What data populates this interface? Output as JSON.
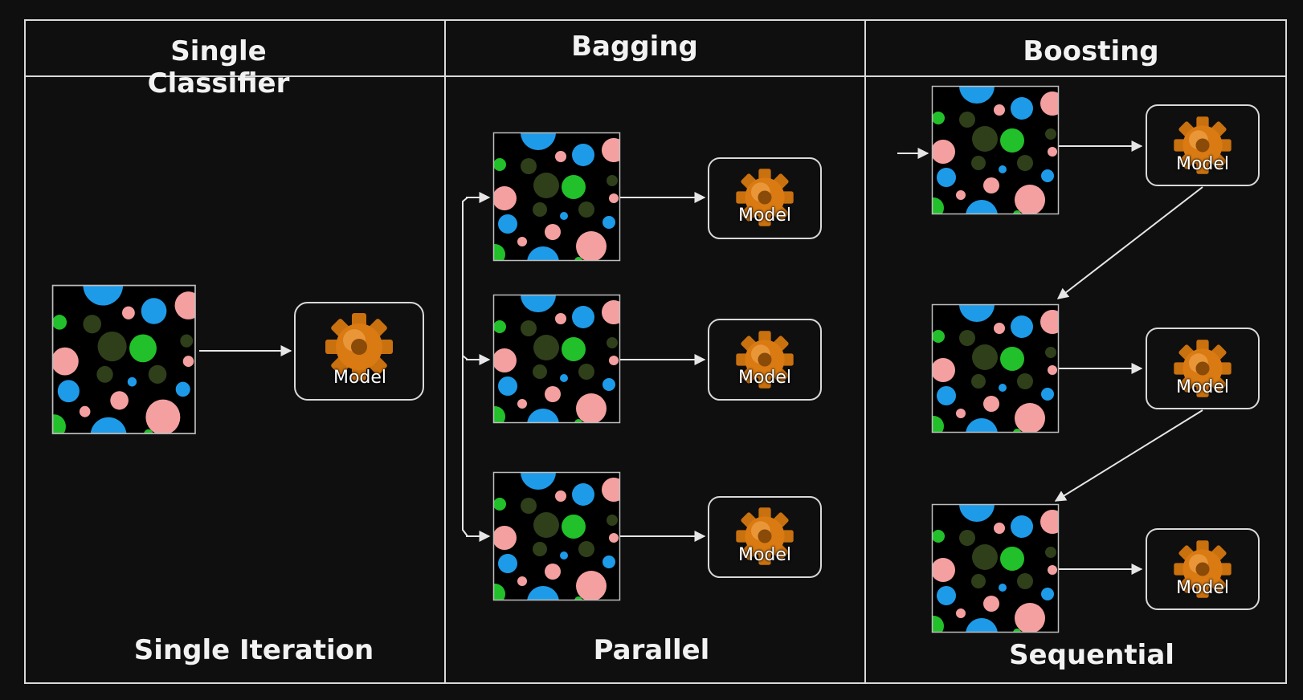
{
  "columns": [
    {
      "title": "Single Classifier",
      "caption": "Single Iteration"
    },
    {
      "title": "Bagging",
      "caption": "Parallel"
    },
    {
      "title": "Boosting",
      "caption": "Sequential"
    }
  ],
  "model_label": "Model",
  "colors": {
    "background": "#0f0f0f",
    "lines": "#e6e6e6",
    "blue": "#1e9be8",
    "pink": "#f5a0a0",
    "green": "#22c02a",
    "dark_green": "#2e3f1a",
    "gear": "#d97a12"
  },
  "icons": [
    "gear-icon",
    "dataset-icon",
    "arrow-icon"
  ]
}
